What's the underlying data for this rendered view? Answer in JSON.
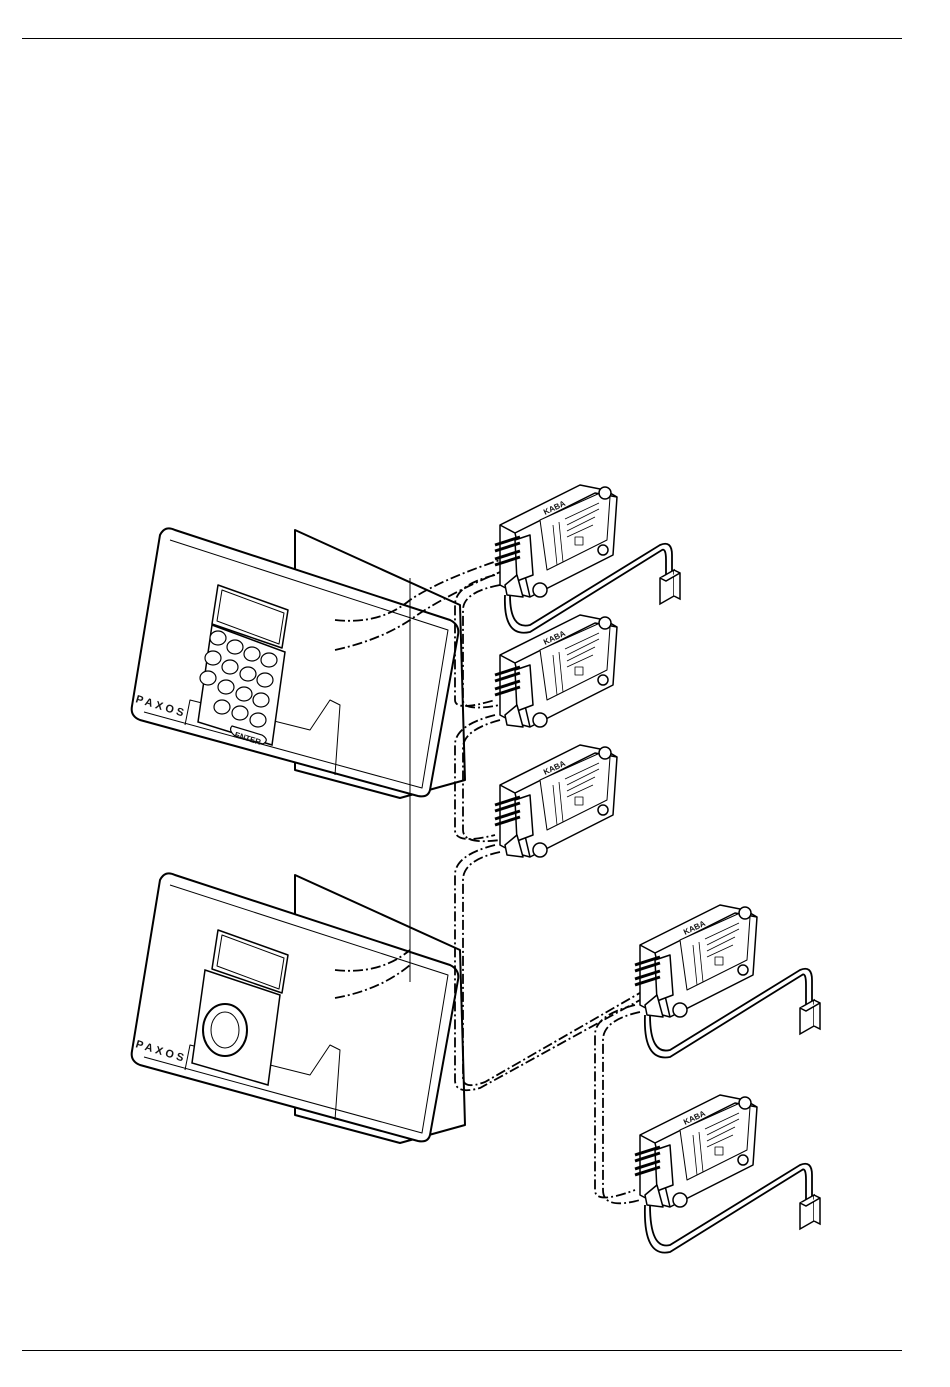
{
  "diagram": {
    "type": "wiring-diagram",
    "input_units": [
      {
        "brand": "PAXOS",
        "kind": "keypad",
        "enter_key": "ENTER"
      },
      {
        "brand": "PAXOS",
        "kind": "rotary-dial"
      }
    ],
    "lock_modules": [
      {
        "brand": "KABA"
      },
      {
        "brand": "KABA"
      },
      {
        "brand": "KABA"
      },
      {
        "brand": "KABA"
      },
      {
        "brand": "KABA"
      }
    ],
    "line_color": "#000000"
  }
}
